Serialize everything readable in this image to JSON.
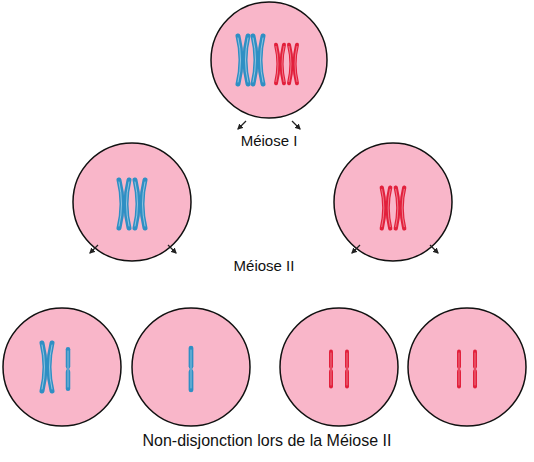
{
  "diagram": {
    "caption": "Non-disjonction lors de la Méiose II",
    "labels": [
      "Méiose I",
      "Méiose II"
    ]
  }
}
